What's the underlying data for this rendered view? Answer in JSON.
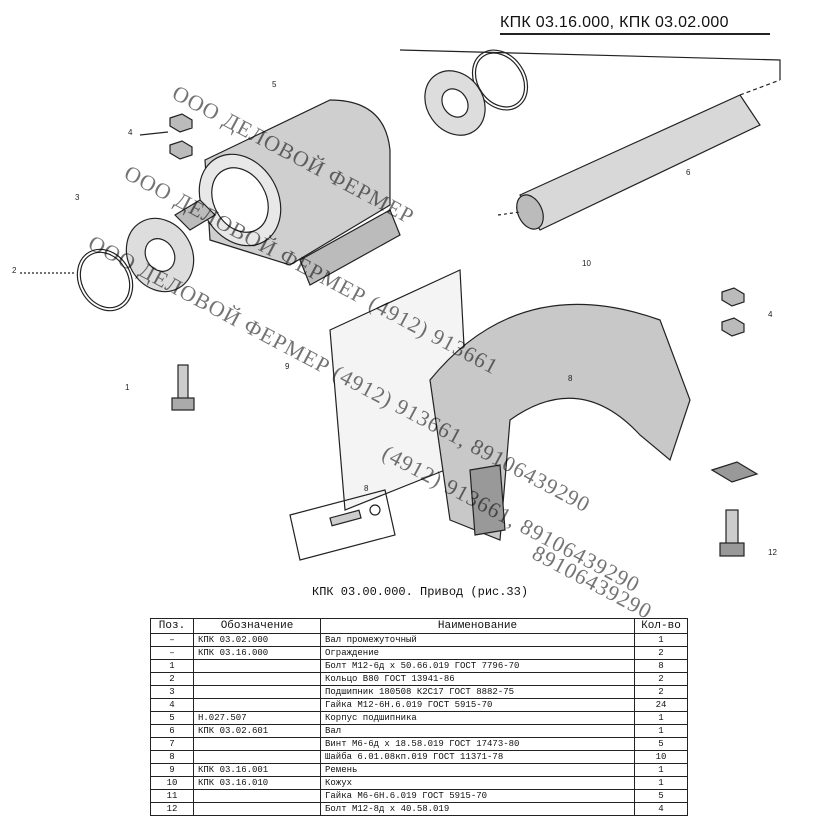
{
  "header": {
    "title": "КПК 03.16.000, КПК 03.02.000"
  },
  "callouts": [
    "1",
    "2",
    "3",
    "4",
    "5",
    "6",
    "8",
    "9",
    "10",
    "4",
    "8",
    "12"
  ],
  "watermark": {
    "lines": [
      "ООО ДЕЛОВОЙ ФЕРМЕР",
      "ООО ДЕЛОВОЙ ФЕРМЕР (4912) 913661",
      "ООО ДЕЛОВОЙ ФЕРМЕР (4912) 913661, 89106439290",
      "(4912) 913661, 89106439290",
      "89106439290"
    ]
  },
  "caption": "КПК 03.00.000. Привод (рис.33)",
  "table": {
    "headers": [
      "Поз.",
      "Обозначение",
      "Наименование",
      "Кол-во"
    ],
    "rows": [
      {
        "pos": "–",
        "code": "КПК 03.02.000",
        "name": "Вал промежуточный",
        "qty": "1"
      },
      {
        "pos": "–",
        "code": "КПК 03.16.000",
        "name": "Ограждение",
        "qty": "2"
      },
      {
        "pos": "1",
        "code": "",
        "name": "Болт М12-6д х 50.66.019 ГОСТ 7796-70",
        "qty": "8"
      },
      {
        "pos": "2",
        "code": "",
        "name": "Кольцо В80 ГОСТ 13941-86",
        "qty": "2"
      },
      {
        "pos": "3",
        "code": "",
        "name": "Подшипник 180508 К2С17 ГОСТ 8882-75",
        "qty": "2"
      },
      {
        "pos": "4",
        "code": "",
        "name": "Гайка М12-6Н.6.019 ГОСТ 5915-70",
        "qty": "24"
      },
      {
        "pos": "5",
        "code": "Н.027.507",
        "name": "Корпус подшипника",
        "qty": "1"
      },
      {
        "pos": "6",
        "code": "КПК 03.02.601",
        "name": "Вал",
        "qty": "1"
      },
      {
        "pos": "7",
        "code": "",
        "name": "Винт М6-6д х 18.58.019 ГОСТ 17473-80",
        "qty": "5"
      },
      {
        "pos": "8",
        "code": "",
        "name": "Шайба 6.01.08кп.019 ГОСТ 11371-78",
        "qty": "10"
      },
      {
        "pos": "9",
        "code": "КПК 03.16.001",
        "name": "Ремень",
        "qty": "1"
      },
      {
        "pos": "10",
        "code": "КПК 03.16.010",
        "name": "Кожух",
        "qty": "1"
      },
      {
        "pos": "11",
        "code": "",
        "name": "Гайка М6-6Н.6.019 ГОСТ 5915-70",
        "qty": "5"
      },
      {
        "pos": "12",
        "code": "",
        "name": "Болт М12-8д х 40.58.019",
        "qty": "4"
      }
    ]
  },
  "colors": {
    "ink": "#111111",
    "paper": "#ffffff"
  }
}
